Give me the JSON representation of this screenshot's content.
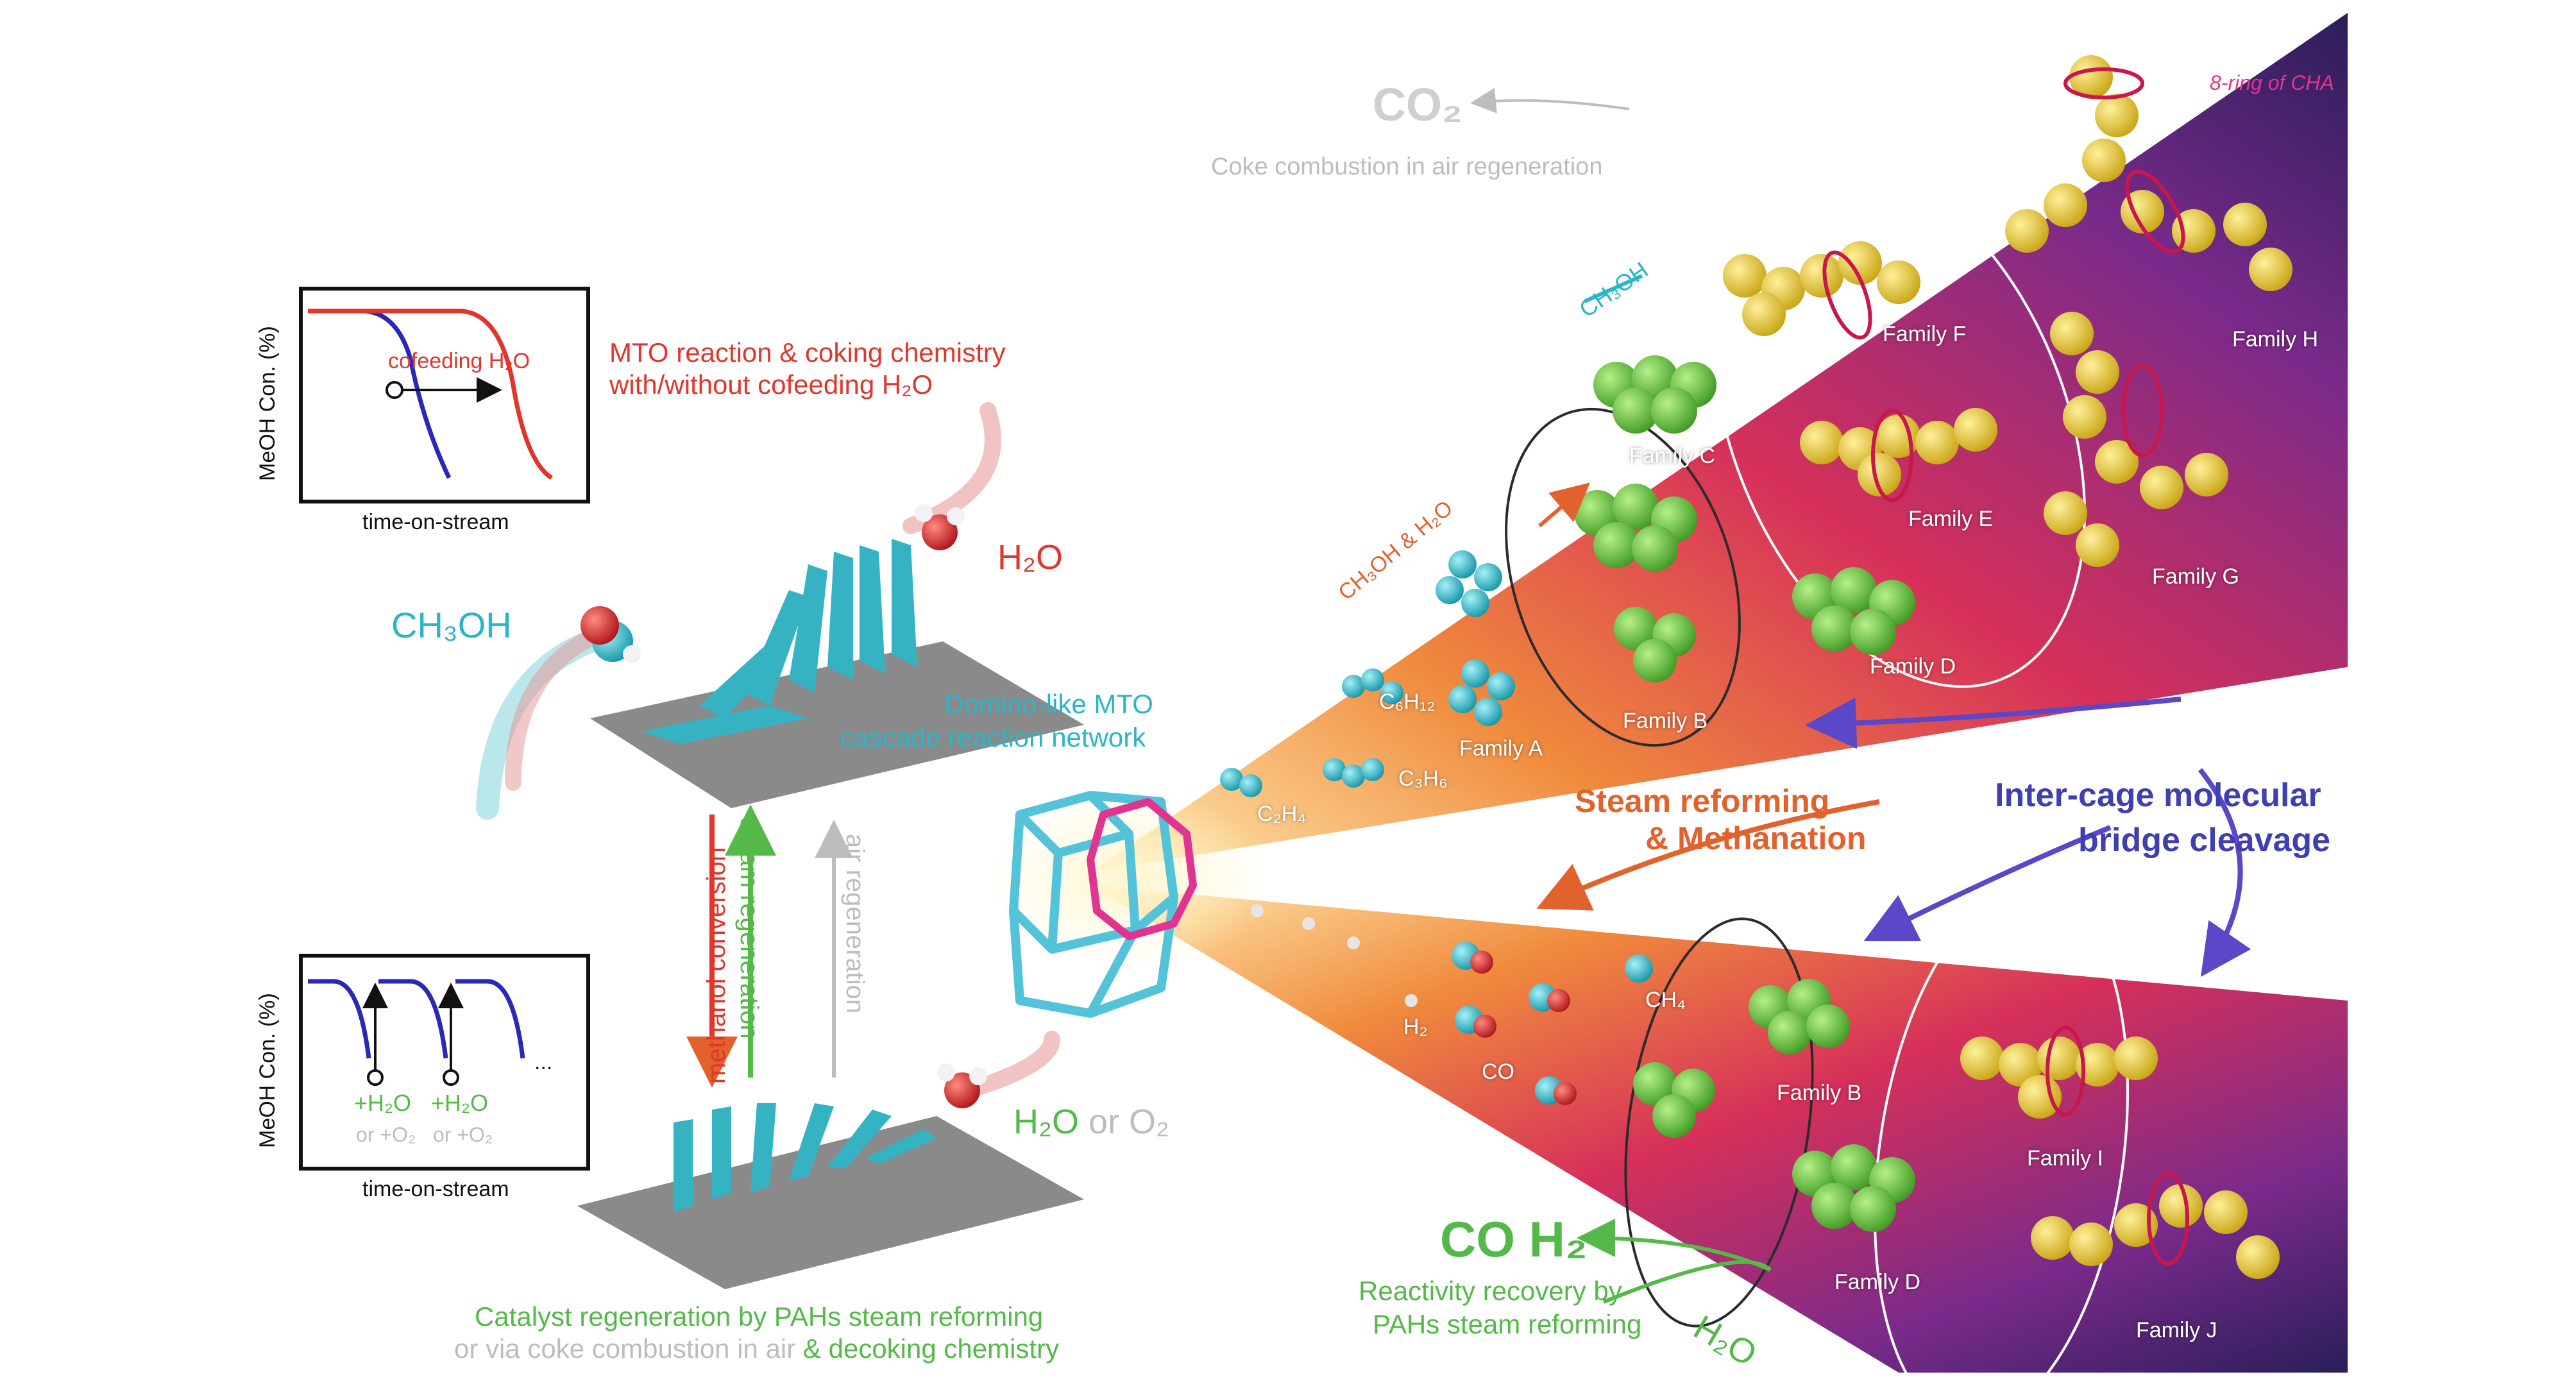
{
  "colors": {
    "red": "#e0362c",
    "cyan": "#29b6c8",
    "green": "#54b948",
    "blue": "#3f3fb0",
    "gray": "#bdbdbd",
    "orange": "#e2622e",
    "dark": "#111111"
  },
  "top_plot": {
    "ylabel": "MeOH Con. (%)",
    "xlabel": "time-on-stream",
    "annotation": "cofeeding H₂O"
  },
  "bottom_plot": {
    "ylabel": "MeOH Con. (%)",
    "xlabel": "time-on-stream",
    "marker1": "+H₂O",
    "marker2": "+H₂O",
    "sub1": "or +O₂",
    "sub2": "or +O₂",
    "ellipsis": "..."
  },
  "captions": {
    "mto_line1": "MTO reaction & coking chemistry",
    "mto_line2": "with/without cofeeding H₂O",
    "h2o": "H₂O",
    "ch3oh": "CH₃OH",
    "domino_line1": "Domino-like MTO",
    "domino_line2": "cascade reaction network",
    "h2o_or": "H₂O",
    "or_word": "or",
    "o2": "O₂",
    "regen_line1": "Catalyst regeneration by PAHs steam reforming",
    "regen_line2a": "or via coke combustion in air",
    "regen_line2b": "& decoking chemistry"
  },
  "vertical_labels": {
    "methanol_conversion": "methanol conversion",
    "steam_regeneration": "steam regeneration",
    "air_regeneration": "air regeneration"
  },
  "top_right": {
    "co2": "CO₂",
    "coke_combustion": "Coke combustion in air regeneration",
    "ch3oh": "CH₃OH",
    "ch3oh_h2o": "CH₃OH & H₂O",
    "ring": "8-ring of CHA"
  },
  "families": {
    "a": "Family A",
    "b_top": "Family B",
    "c": "Family C",
    "d_top": "Family D",
    "e": "Family E",
    "f": "Family F",
    "g": "Family G",
    "h": "Family H",
    "b_bottom": "Family B",
    "d_bottom": "Family D",
    "i": "Family I",
    "j": "Family J"
  },
  "species": {
    "c6h12": "C₆H₁₂",
    "c3h6": "C₃H₆",
    "c2h4": "C₂H₄",
    "ch4": "CH₄",
    "h2": "H₂",
    "co": "CO"
  },
  "middle_right": {
    "steam_line1": "Steam reforming",
    "steam_line2": "& Methanation",
    "bridge_line1": "Inter-cage molecular",
    "bridge_line2": "bridge cleavage"
  },
  "bottom_right": {
    "co_h2": "CO H₂",
    "recovery_line1": "Reactivity recovery by",
    "recovery_line2": "PAHs steam reforming",
    "h2o": "H₂O"
  }
}
